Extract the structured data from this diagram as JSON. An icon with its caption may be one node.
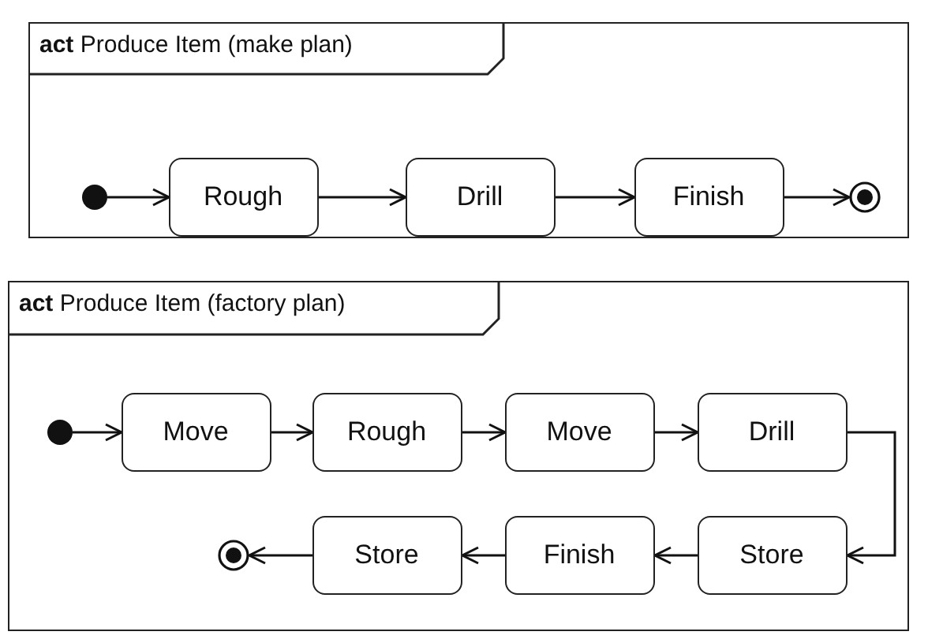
{
  "diagram": {
    "nodes": [
      {
        "text": [
          "**act** Produce Item (make plan)"
        ]
      },
      {
        "text": [],
        "shape": "dot",
        "in": 0
      },
      {
        "text": [
          "Rough"
        ],
        "in": 0
      },
      {
        "text": [
          "Drill"
        ],
        "in": 0
      },
      {
        "text": [
          "Finish"
        ],
        "in": 0
      },
      {
        "text": [],
        "shape": "bullseye",
        "in": 0
      },
      {
        "text": [
          "**act** Produce Item (factory plan)"
        ]
      },
      {
        "text": [],
        "shape": "dot",
        "in": 6
      },
      {
        "text": [
          "Move"
        ],
        "in": 6
      },
      {
        "text": [
          "Rough"
        ],
        "in": 6
      },
      {
        "text": [
          "Move"
        ],
        "in": 6
      },
      {
        "text": [
          "Drill"
        ],
        "in": 6
      },
      {
        "text": [
          "Store"
        ],
        "in": 6
      },
      {
        "text": [
          "Finish"
        ],
        "in": 6
      },
      {
        "text": [
          "Store"
        ],
        "in": 6
      },
      {
        "text": [],
        "shape": "bullseye",
        "in": 6
      }
    ],
    "edges": [
      {
        "from": 1,
        "to": 2,
        "arrow": "to"
      },
      {
        "from": 2,
        "to": 3,
        "arrow": "to"
      },
      {
        "from": 3,
        "to": 4,
        "arrow": "to"
      },
      {
        "from": 4,
        "to": 5,
        "arrow": "to"
      },
      {
        "from": 7,
        "to": 8,
        "arrow": "to"
      },
      {
        "from": 8,
        "to": 9,
        "arrow": "to"
      },
      {
        "from": 9,
        "to": 10,
        "arrow": "to"
      },
      {
        "from": 10,
        "to": 11,
        "arrow": "to"
      },
      {
        "from": 11,
        "to": 12,
        "arrow": "to"
      },
      {
        "from": 12,
        "to": 13,
        "arrow": "to"
      },
      {
        "from": 13,
        "to": 14,
        "arrow": "to"
      },
      {
        "from": 14,
        "to": 15,
        "arrow": "to"
      }
    ]
  }
}
